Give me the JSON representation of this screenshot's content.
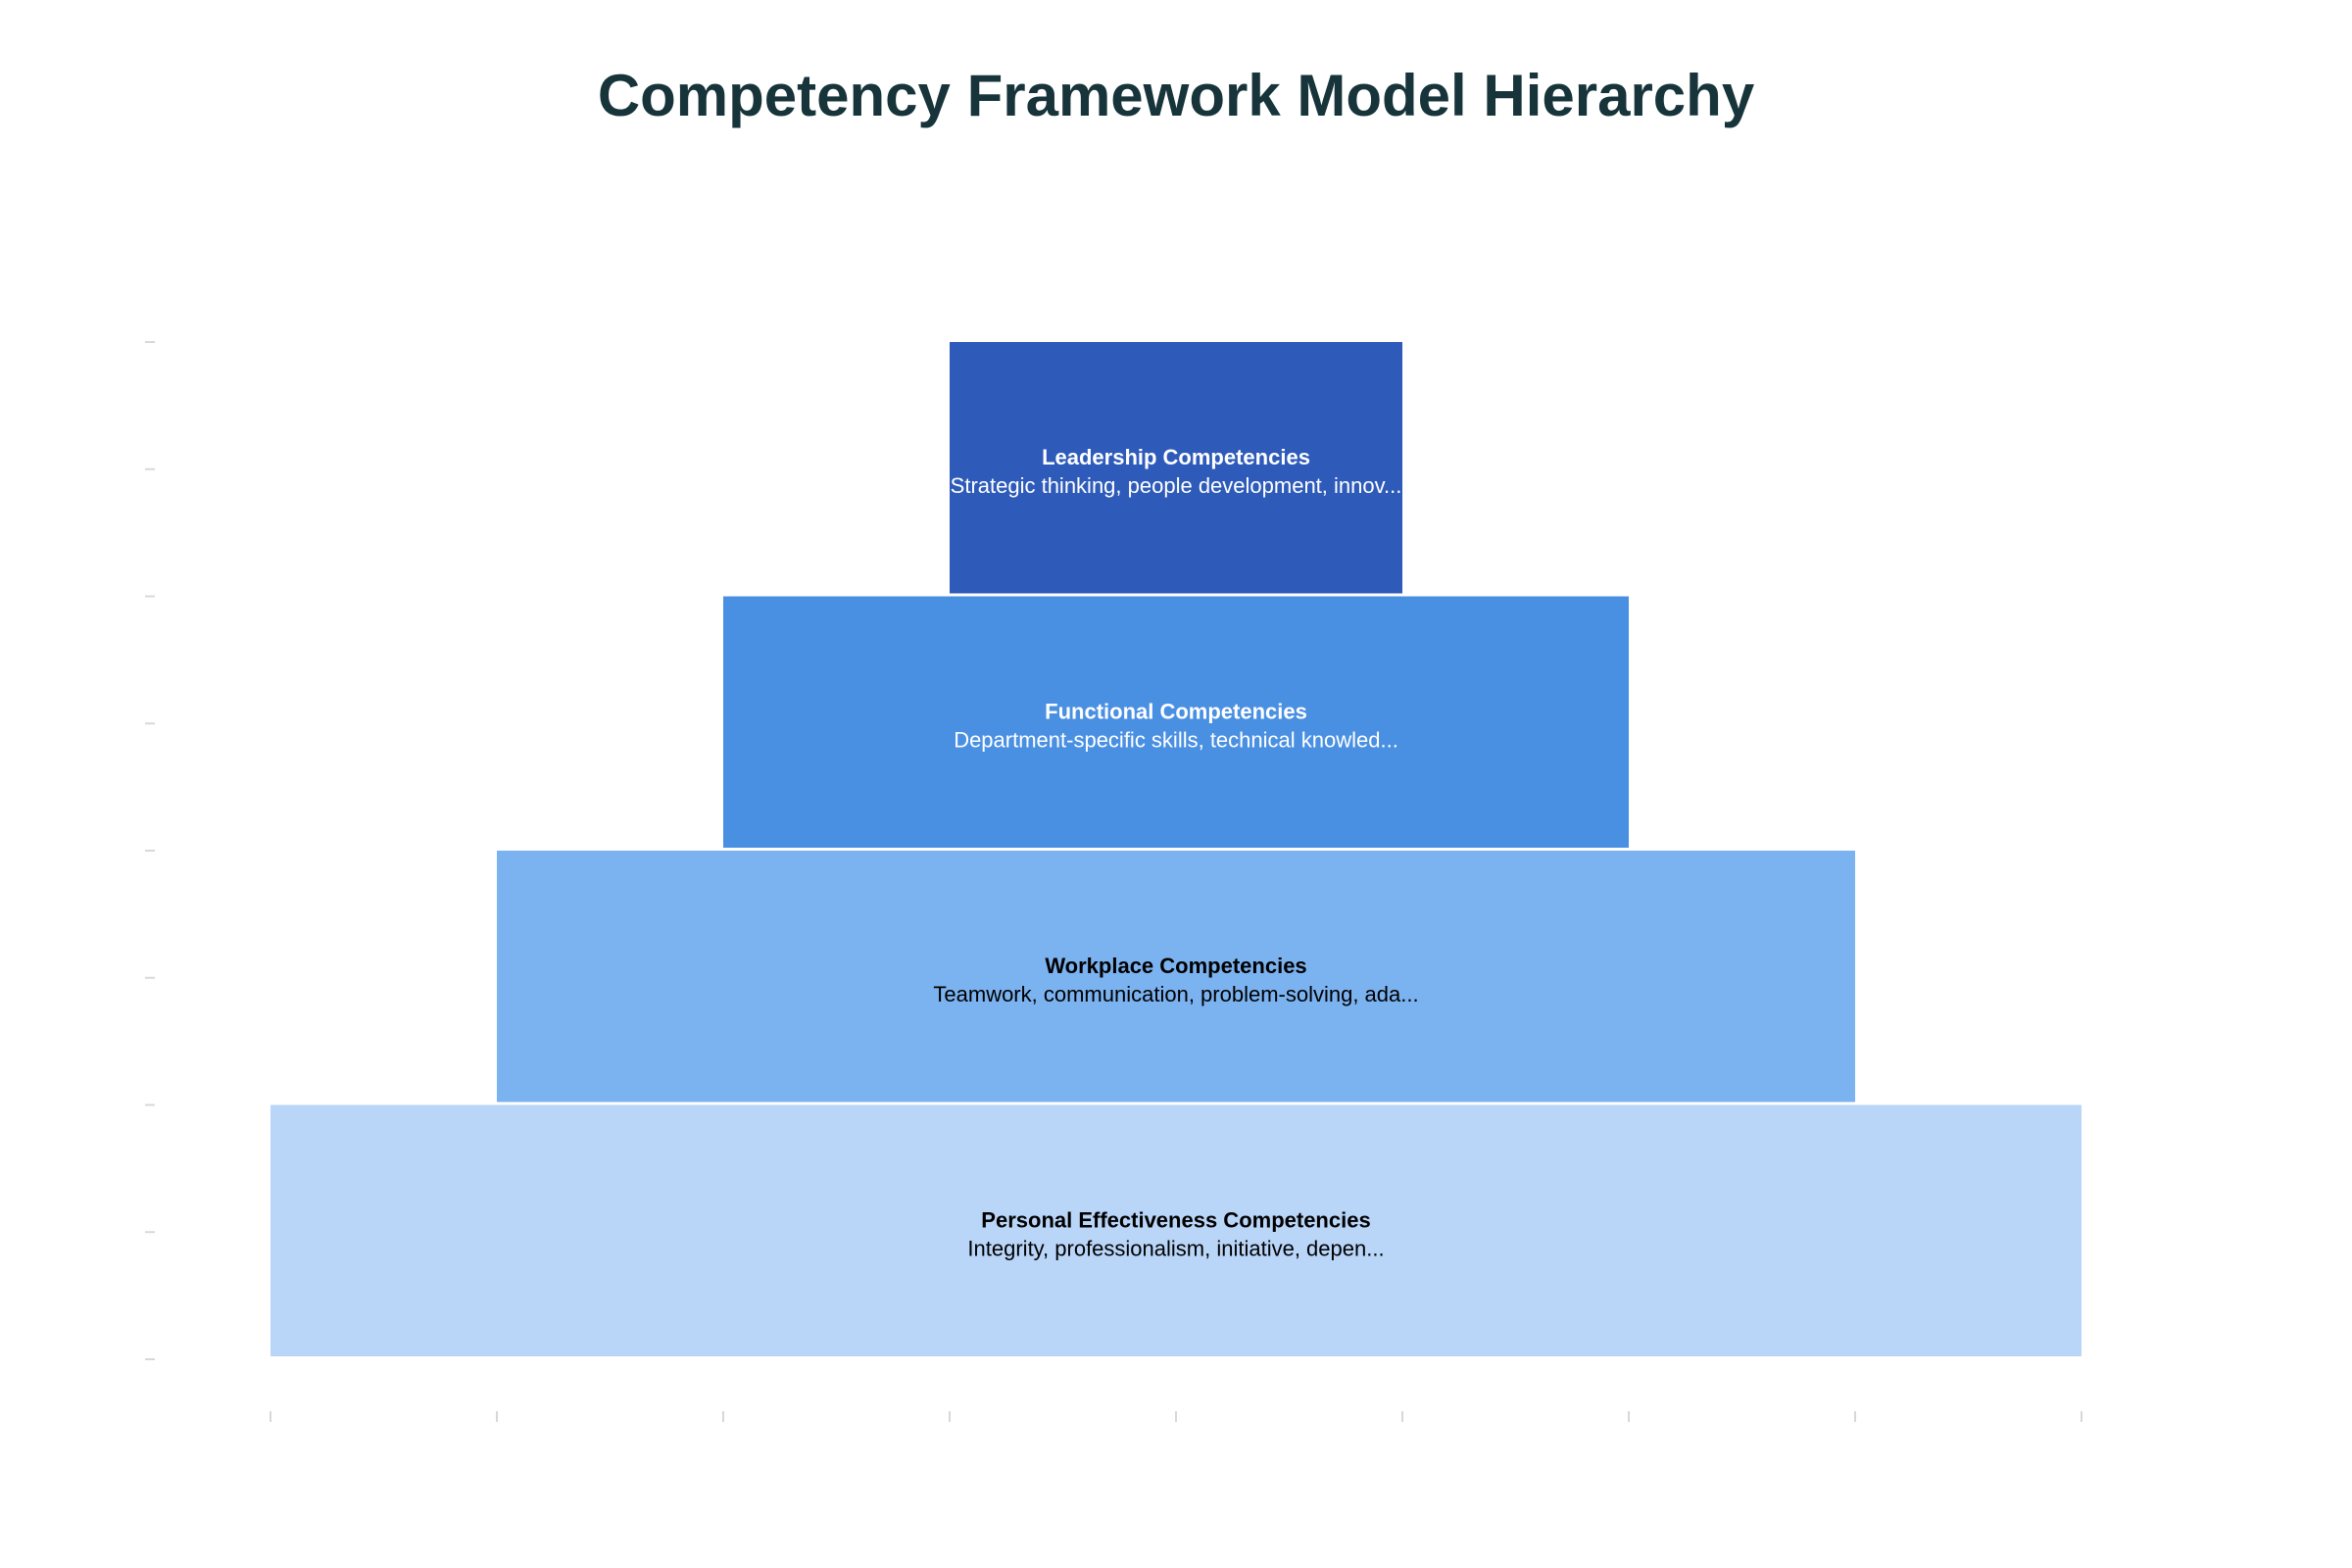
{
  "chart_data": {
    "type": "bar",
    "subtype": "pyramid",
    "title": "Competency Framework Model Hierarchy",
    "xlabel": "",
    "ylabel": "",
    "xlim": [
      -4,
      4
    ],
    "x_ticks": [
      -4,
      -3,
      -2,
      -1,
      0,
      1,
      2,
      3,
      4
    ],
    "y_tick_count": 9,
    "grid": false,
    "levels": [
      {
        "name": "Leadership Competencies",
        "description": "Strategic thinking, people development, innov...",
        "value": 2,
        "color": "#2e5bba",
        "text_color": "#ffffff"
      },
      {
        "name": "Functional Competencies",
        "description": "Department-specific skills, technical knowled...",
        "value": 4,
        "color": "#4a90e2",
        "text_color": "#ffffff"
      },
      {
        "name": "Workplace Competencies",
        "description": "Teamwork, communication, problem-solving, ada...",
        "value": 6,
        "color": "#7bb2f0",
        "text_color": "#000000"
      },
      {
        "name": "Personal Effectiveness Competencies",
        "description": "Integrity, professionalism, initiative, depen...",
        "value": 8,
        "color": "#b9d5f8",
        "text_color": "#000000"
      }
    ]
  }
}
